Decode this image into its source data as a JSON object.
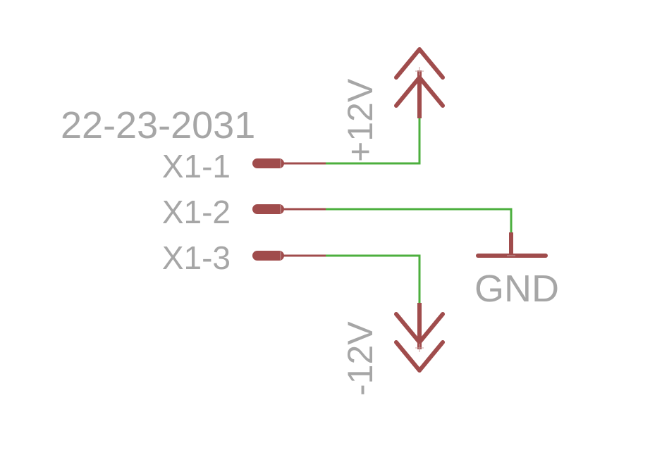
{
  "part": {
    "name": "22-23-2031",
    "pins": [
      {
        "id": "pin-1",
        "label": "X1-1"
      },
      {
        "id": "pin-2",
        "label": "X1-2"
      },
      {
        "id": "pin-3",
        "label": "X1-3"
      }
    ]
  },
  "supplies": {
    "positive": "+12V",
    "negative": "-12V",
    "ground": "GND"
  },
  "colors": {
    "pin": "#a04c4c",
    "wire": "#4caf3e",
    "text": "#a6a6a6",
    "background": "#ffffff"
  }
}
